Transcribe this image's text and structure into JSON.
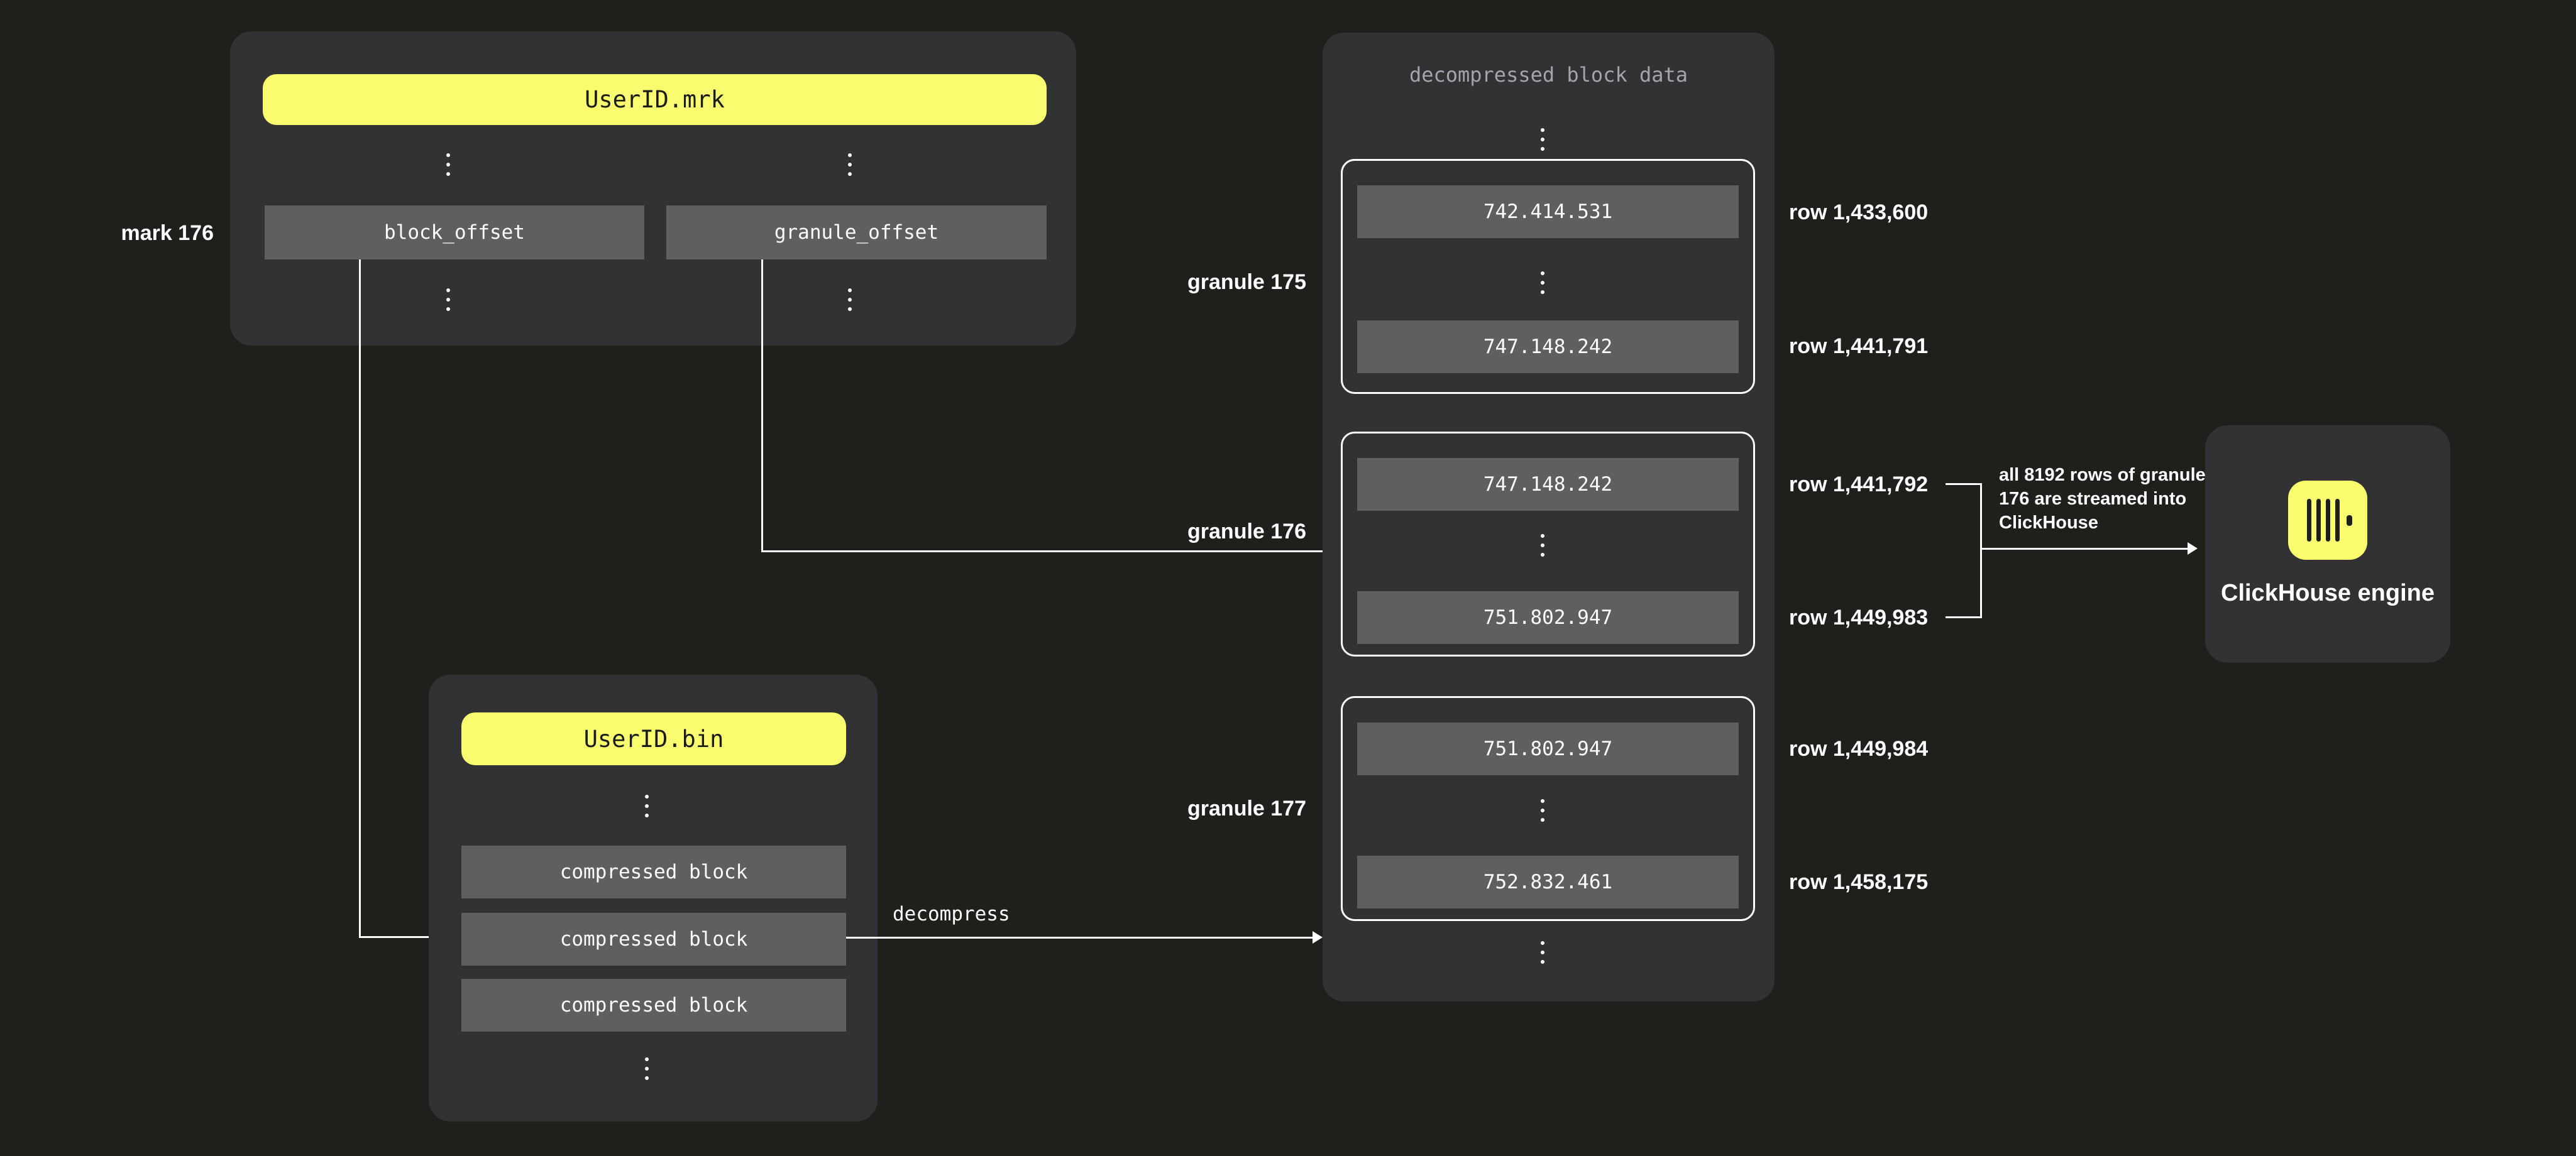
{
  "colors": {
    "background": "#1f1f1b",
    "panel": "#323234",
    "box_gray": "#5f5f61",
    "accent_yellow": "#f9fc6e",
    "muted_text": "#a2a5ad",
    "text": "#ffffff"
  },
  "mrk_file": {
    "title": "UserID.mrk",
    "mark_label": "mark 176",
    "columns": [
      {
        "label": "block_offset"
      },
      {
        "label": "granule_offset"
      }
    ]
  },
  "bin_file": {
    "title": "UserID.bin",
    "blocks": [
      "compressed block",
      "compressed block",
      "compressed block"
    ]
  },
  "decompress_arrow_label": "decompress",
  "decompressed": {
    "title": "decompressed block data",
    "granules": [
      {
        "label": "granule 175",
        "first_value": "742.414.531",
        "last_value": "747.148.242",
        "first_row": "row 1,433,600",
        "last_row": "row 1,441,791"
      },
      {
        "label": "granule 176",
        "first_value": "747.148.242",
        "last_value": "751.802.947",
        "first_row": "row 1,441,792",
        "last_row": "row 1,449,983"
      },
      {
        "label": "granule 177",
        "first_value": "751.802.947",
        "last_value": "752.832.461",
        "first_row": "row 1,449,984",
        "last_row": "row 1,458,175"
      }
    ]
  },
  "annotation": {
    "line1": "all 8192 rows of granule",
    "line2": "176 are streamed into",
    "line3": "ClickHouse"
  },
  "engine": {
    "label": "ClickHouse engine",
    "icon": "clickhouse-logo-icon"
  }
}
